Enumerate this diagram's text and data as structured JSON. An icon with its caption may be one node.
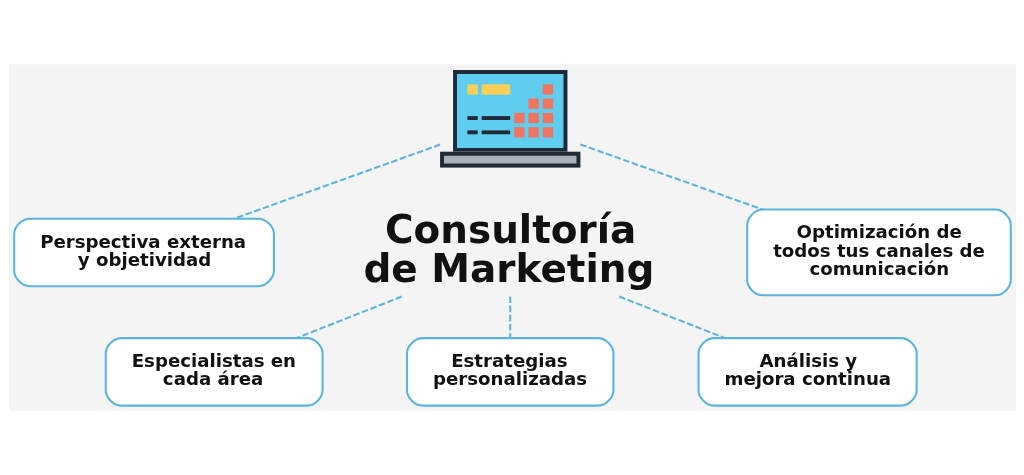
{
  "diagram": {
    "nodes": [
      {
        "text": [],
        "shape": "picture"
      },
      {
        "text": [
          "Consultoría de Marketing"
        ]
      },
      {
        "text": [
          "Perspectiva externa y objetividad"
        ]
      },
      {
        "text": [
          "Optimización de todos tus canales de comunicación"
        ]
      },
      {
        "text": [
          "Especialistas en cada área"
        ]
      },
      {
        "text": [
          "Estrategias personalizadas"
        ]
      },
      {
        "text": [
          "Análisis y mejora continua"
        ]
      }
    ],
    "edges": [
      {
        "from": 0,
        "to": 2,
        "arrow": "none",
        "style": "dashed"
      },
      {
        "from": 0,
        "to": 3,
        "arrow": "none",
        "style": "dashed"
      },
      {
        "from": 1,
        "to": 4,
        "arrow": "none",
        "style": "dashed"
      },
      {
        "from": 1,
        "to": 5,
        "arrow": "none",
        "style": "dashed"
      },
      {
        "from": 1,
        "to": 6,
        "arrow": "none",
        "style": "dashed"
      }
    ]
  }
}
